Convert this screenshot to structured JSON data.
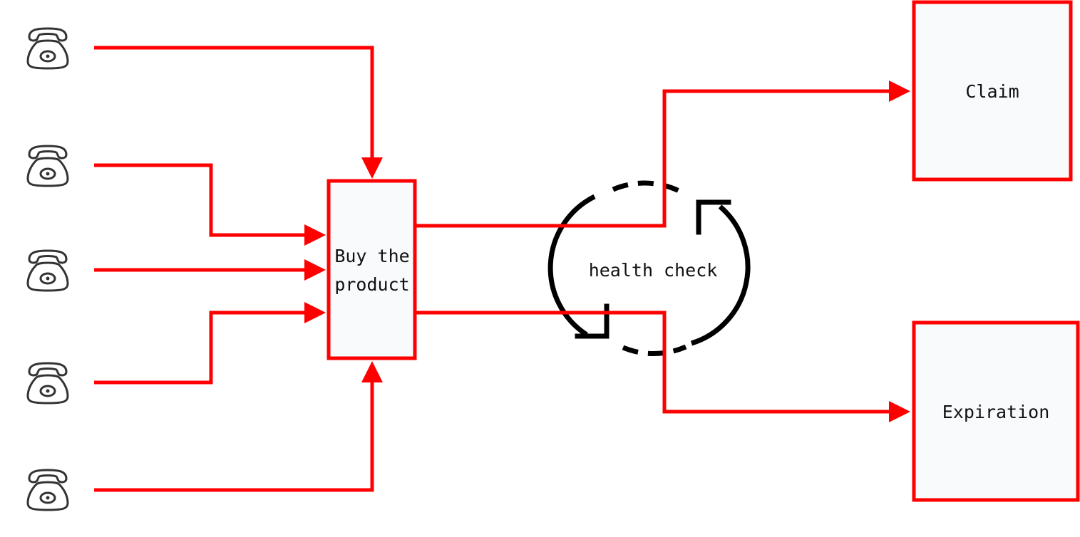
{
  "colors": {
    "connector": "#ff0000",
    "box_fill": "#f8fafc",
    "box_stroke": "#ff0000",
    "cycle": "#000000",
    "icon": "#333333",
    "text": "#111111",
    "background": "#ffffff"
  },
  "sources": [
    {
      "icon": "telephone-icon"
    },
    {
      "icon": "telephone-icon"
    },
    {
      "icon": "telephone-icon"
    },
    {
      "icon": "telephone-icon"
    },
    {
      "icon": "telephone-icon"
    }
  ],
  "nodes": {
    "buy": {
      "line1": "Buy the",
      "line2": "product"
    },
    "health_check": {
      "label": "health check",
      "icon": "cycle-arrows-icon"
    },
    "claim": {
      "label": "Claim"
    },
    "expiration": {
      "label": "Expiration"
    }
  }
}
